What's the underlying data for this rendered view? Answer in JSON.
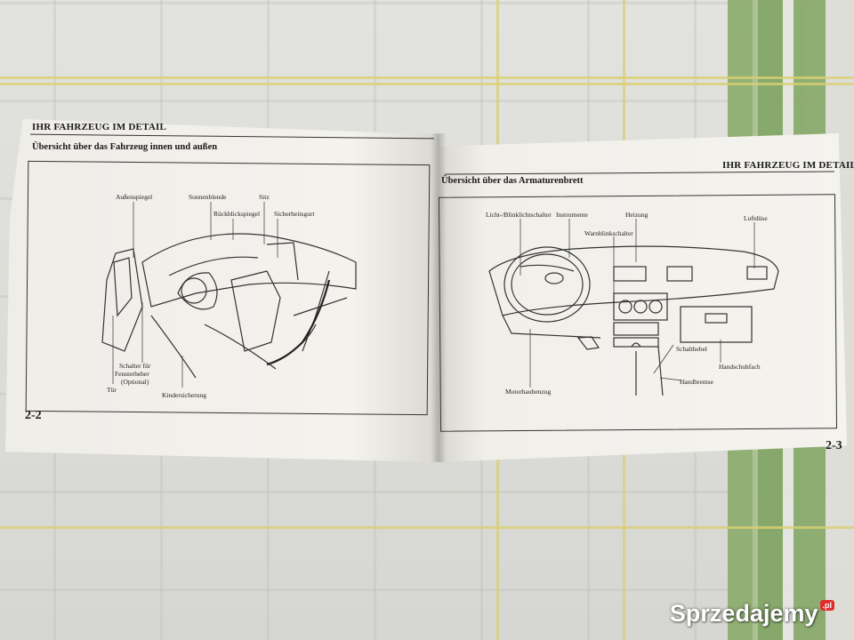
{
  "left_page": {
    "running_header": "IHR FAHRZEUG IM DETAIL",
    "section_title": "Übersicht über das Fahrzeug innen und außen",
    "page_number": "2-2",
    "labels": {
      "aussenspiegel": "Außenspiegel",
      "sonnenblende": "Sonnenblende",
      "sitz": "Sitz",
      "rueckblickspiegel": "Rückblickspiegel",
      "sicherheitsgurt": "Sicherheitsgurt",
      "fensterheber_1": "Schalter für",
      "fensterheber_2": "Fensterheber",
      "fensterheber_3": "(Optional)",
      "tuer": "Tür",
      "kindersicherung": "Kindersicherung"
    }
  },
  "right_page": {
    "running_header": "IHR FAHRZEUG IM DETAIL",
    "section_title": "Übersicht über das Armaturenbrett",
    "page_number": "2-3",
    "labels": {
      "licht": "Licht-/Blinklichtschalter",
      "instrumente": "Instrumente",
      "heizung": "Heizung",
      "luftduese": "Luftdüse",
      "warnblink": "Warnblinkschalter",
      "schalthebel": "Schalthebel",
      "handschuhfach": "Handschuhfach",
      "handbremse": "Handbremse",
      "motorhaube": "Motorhaubenzug"
    }
  },
  "watermark": {
    "text": "Sprzedajemy",
    "suffix": ".pl"
  },
  "colors": {
    "paper": "#f3f1ec",
    "ink": "#1a1a1a",
    "cloth_green": "#8aac6b",
    "cloth_stripe_yellow": "#d9cf73",
    "watermark_badge": "#e22d2d"
  }
}
